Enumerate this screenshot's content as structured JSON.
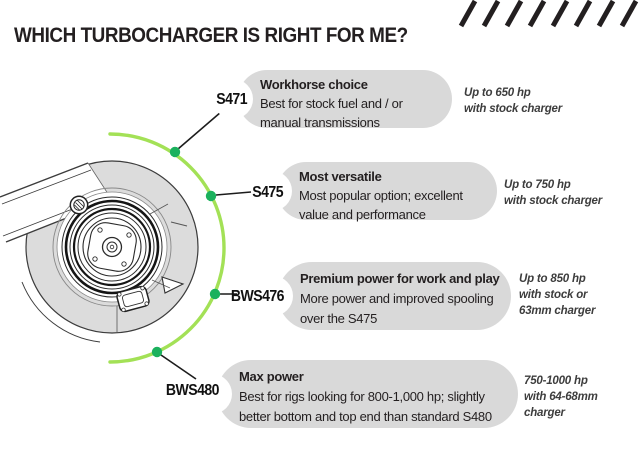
{
  "title": "WHICH TURBOCHARGER IS RIGHT FOR ME?",
  "rows": [
    {
      "model": "S471",
      "heading": "Workhorse choice",
      "description": "Best for stock fuel and / or\nmanual transmissions",
      "rating": "Up to 650 hp\nwith stock charger"
    },
    {
      "model": "S475",
      "heading": "Most versatile",
      "description": "Most popular option; excellent\nvalue and performance",
      "rating": "Up to 750 hp\nwith stock charger"
    },
    {
      "model": "BWS476",
      "heading": "Premium power for work and play",
      "description": "More power and improved spooling\nover the S475",
      "rating": "Up to 850 hp\nwith stock or\n63mm charger"
    },
    {
      "model": "BWS480",
      "heading": "Max power",
      "description": "Best for rigs looking for 800-1,000 hp; slightly\nbetter bottom and top end than standard S480",
      "rating": "750-1000 hp\nwith 64-68mm\ncharger"
    }
  ],
  "icons": {
    "illustration": "turbocharger-front-view-line-drawing",
    "decoration": "diagonal-stripes"
  },
  "colors": {
    "arc": "#a3e156",
    "dot": "#1bb15d",
    "bubble": "#d9d9d9",
    "ink": "#231f20"
  }
}
